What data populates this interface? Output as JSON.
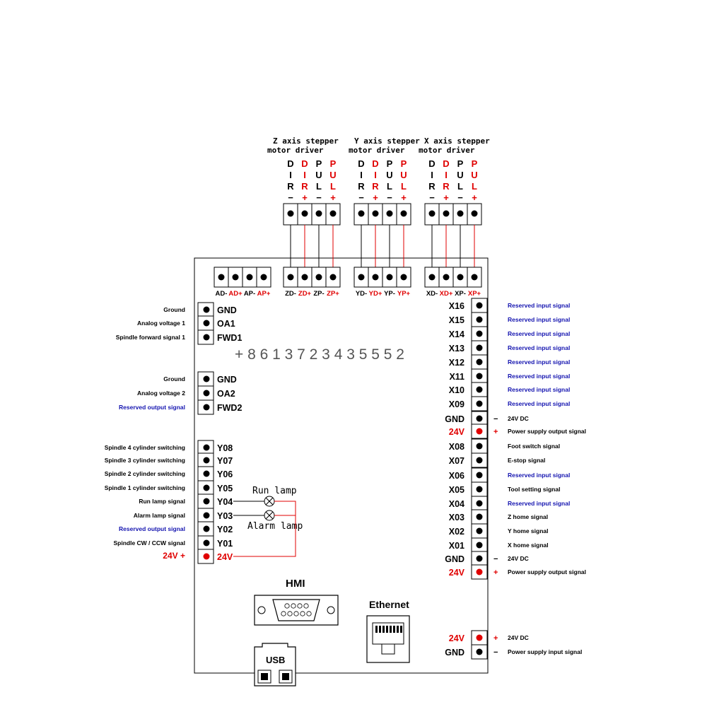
{
  "colors": {
    "black": "#000000",
    "red": "#e00000",
    "blue": "#1515b0",
    "digit_gray": "#555555"
  },
  "motor_drivers": [
    {
      "line1": "Z axis stepper",
      "line2": "motor driver",
      "signals": [
        [
          "D",
          "I",
          "R",
          "−"
        ],
        [
          "D",
          "I",
          "R",
          "+"
        ],
        [
          "P",
          "U",
          "L",
          "−"
        ],
        [
          "P",
          "U",
          "L",
          "+"
        ]
      ]
    },
    {
      "line1": "Y axis stepper",
      "line2": "motor driver",
      "signals": [
        [
          "D",
          "I",
          "R",
          "−"
        ],
        [
          "D",
          "I",
          "R",
          "+"
        ],
        [
          "P",
          "U",
          "L",
          "−"
        ],
        [
          "P",
          "U",
          "L",
          "+"
        ]
      ]
    },
    {
      "line1": "X axis stepper",
      "line2": "motor driver",
      "signals": [
        [
          "D",
          "I",
          "R",
          "−"
        ],
        [
          "D",
          "I",
          "R",
          "+"
        ],
        [
          "P",
          "U",
          "L",
          "−"
        ],
        [
          "P",
          "U",
          "L",
          "+"
        ]
      ]
    }
  ],
  "top_connectors": [
    [
      "AD-",
      "AD+",
      "AP-",
      "AP+"
    ],
    [
      "ZD-",
      "ZD+",
      "ZP-",
      "ZP+"
    ],
    [
      "YD-",
      "YD+",
      "YP-",
      "YP+"
    ],
    [
      "XD-",
      "XD+",
      "XP-",
      "XP+"
    ]
  ],
  "left_group1": [
    {
      "desc": "Ground",
      "pin": "GND"
    },
    {
      "desc": "Analog voltage 1",
      "pin": "OA1"
    },
    {
      "desc": "Spindle forward signal 1",
      "pin": "FWD1"
    }
  ],
  "left_group2": [
    {
      "desc": "Ground",
      "pin": "GND"
    },
    {
      "desc": "Analog voltage 2",
      "pin": "OA2"
    },
    {
      "desc": "Reserved output signal",
      "pin": "FWD2"
    }
  ],
  "left_group3": [
    {
      "desc": "Spindle 4 cylinder switching",
      "pin": "Y08"
    },
    {
      "desc": "Spindle 3 cylinder switching",
      "pin": "Y07"
    },
    {
      "desc": "Spindle 2 cylinder switching",
      "pin": "Y06"
    },
    {
      "desc": "Spindle 1 cylinder switching",
      "pin": "Y05"
    },
    {
      "desc": "Run lamp signal",
      "pin": "Y04"
    },
    {
      "desc": "Alarm lamp signal",
      "pin": "Y03"
    },
    {
      "desc": "Reserved output signal",
      "pin": "Y02"
    },
    {
      "desc": "Spindle CW / CCW signal",
      "pin": "Y01"
    }
  ],
  "left_power": {
    "desc": "24V +",
    "pin": "24V"
  },
  "lamps": {
    "run": "Run lamp",
    "alarm": "Alarm lamp"
  },
  "phone_digits": "+ 8 6 1 3 7 2 3 4 3 5 5 5 2",
  "right_group": [
    {
      "pin": "X16",
      "desc": "Reserved input signal"
    },
    {
      "pin": "X15",
      "desc": "Reserved input signal"
    },
    {
      "pin": "X14",
      "desc": "Reserved input signal"
    },
    {
      "pin": "X13",
      "desc": "Reserved input signal"
    },
    {
      "pin": "X12",
      "desc": "Reserved input signal"
    },
    {
      "pin": "X11",
      "desc": "Reserved input signal"
    },
    {
      "pin": "X10",
      "desc": "Reserved input signal"
    },
    {
      "pin": "X09",
      "desc": "Reserved input signal"
    },
    {
      "pin": "GND",
      "sign": "−",
      "desc": "24V DC"
    },
    {
      "pin": "24V",
      "sign": "+",
      "desc": "Power supply output signal"
    },
    {
      "pin": "X08",
      "desc": "Foot switch signal"
    },
    {
      "pin": "X07",
      "desc": "E-stop signal"
    },
    {
      "pin": "X06",
      "desc": "Reserved input signal"
    },
    {
      "pin": "X05",
      "desc": "Tool setting signal"
    },
    {
      "pin": "X04",
      "desc": "Reserved input signal"
    },
    {
      "pin": "X03",
      "desc": "Z home signal"
    },
    {
      "pin": "X02",
      "desc": "Y home signal"
    },
    {
      "pin": "X01",
      "desc": "X home signal"
    },
    {
      "pin": "GND",
      "sign": "−",
      "desc": "24V DC"
    },
    {
      "pin": "24V",
      "sign": "+",
      "desc": "Power supply output signal"
    }
  ],
  "right_power_in": [
    {
      "pin": "24V",
      "sign": "+",
      "desc": "24V DC"
    },
    {
      "pin": "GND",
      "sign": "−",
      "desc": "Power supply input signal"
    }
  ],
  "ports": {
    "hmi": "HMI",
    "ethernet": "Ethernet",
    "usb": "USB"
  }
}
